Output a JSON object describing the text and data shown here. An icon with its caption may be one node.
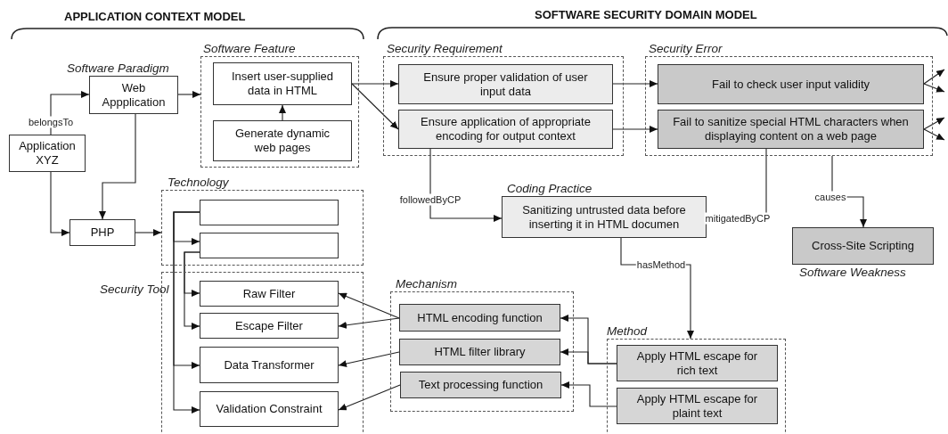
{
  "diagram": {
    "nodes": [
      {
        "text": [
          "Software Feature"
        ]
      },
      {
        "text": [
          "Insert user-supplied data in HTML"
        ],
        "in": 0
      },
      {
        "text": [
          "Generate dynamic web pages"
        ],
        "in": 0
      },
      {
        "text": [
          "Software Paradigm",
          "Web Appplication"
        ]
      },
      {
        "text": [
          "Application XYZ"
        ]
      },
      {
        "text": [
          "PHP"
        ]
      },
      {
        "text": [
          "Technology"
        ]
      },
      {
        "text": [],
        "shape": "box",
        "in": 6
      },
      {
        "text": [],
        "shape": "box",
        "in": 6
      },
      {
        "text": [
          "Security Tool"
        ]
      },
      {
        "text": [
          "Raw Filter"
        ],
        "in": 9
      },
      {
        "text": [
          "Escape Filter"
        ],
        "in": 9
      },
      {
        "text": [
          "Data Transformer"
        ],
        "in": 9
      },
      {
        "text": [
          "Validation Constraint"
        ],
        "in": 9
      },
      {
        "text": [
          "Security Requirement"
        ]
      },
      {
        "text": [
          "Ensure proper validation of user input data"
        ],
        "in": 14
      },
      {
        "text": [
          "Ensure application of appropriate encoding for output context"
        ],
        "in": 14
      },
      {
        "text": [
          "Security Error"
        ]
      },
      {
        "text": [
          "Fail to check user input validity"
        ],
        "in": 17
      },
      {
        "text": [
          "Fail to sanitize special HTML characters when displaying content on a web page"
        ],
        "in": 17
      },
      {
        "text": [
          "Coding Practice",
          "Sanitizing untrusted data before inserting it in HTML documen"
        ]
      },
      {
        "text": [
          "Cross-Site Scripting",
          "Software Weakness"
        ]
      },
      {
        "text": [
          "Mechanism"
        ]
      },
      {
        "text": [
          "HTML encoding function"
        ],
        "in": 22
      },
      {
        "text": [
          "HTML filter library"
        ],
        "in": 22
      },
      {
        "text": [
          "Text processing function"
        ],
        "in": 22
      },
      {
        "text": [
          "Method"
        ]
      },
      {
        "text": [
          "Apply HTML escape for rich text"
        ],
        "in": 26
      },
      {
        "text": [
          "Apply HTML escape for plaint text"
        ],
        "in": 26
      }
    ],
    "edges": [
      {
        "from": 4,
        "to": 3,
        "arrow": "to",
        "label": "belongsTo"
      },
      {
        "from": 4,
        "to": 5,
        "arrow": "to"
      },
      {
        "from": 3,
        "to": 5,
        "arrow": "to"
      },
      {
        "from": 3,
        "to": 0,
        "arrow": "to"
      },
      {
        "from": 2,
        "to": 1,
        "arrow": "to"
      },
      {
        "from": 1,
        "to": 15,
        "arrow": "to"
      },
      {
        "from": 1,
        "to": 16,
        "arrow": "to"
      },
      {
        "from": 5,
        "to": 6,
        "arrow": "to"
      },
      {
        "from": 7,
        "to": 8,
        "arrow": "to"
      },
      {
        "from": 7,
        "to": 12,
        "arrow": "to"
      },
      {
        "from": 7,
        "to": 13,
        "arrow": "to"
      },
      {
        "from": 8,
        "to": 10,
        "arrow": "to"
      },
      {
        "from": 8,
        "to": 11,
        "arrow": "to"
      },
      {
        "from": 15,
        "to": 18,
        "arrow": "to"
      },
      {
        "from": 16,
        "to": 19,
        "arrow": "to"
      },
      {
        "from": 18,
        "to": null,
        "arrow": "to"
      },
      {
        "from": 18,
        "to": null,
        "arrow": "to"
      },
      {
        "from": 19,
        "to": null,
        "arrow": "to"
      },
      {
        "from": 19,
        "to": null,
        "arrow": "to"
      },
      {
        "from": 16,
        "to": 20,
        "arrow": "to",
        "label": "followedByCP"
      },
      {
        "from": 19,
        "to": 20,
        "arrow": "to",
        "label": "mitigatedByCP"
      },
      {
        "from": 17,
        "to": 21,
        "arrow": "to",
        "label": "causes"
      },
      {
        "from": 20,
        "to": 26,
        "arrow": "to",
        "label": "hasMethod"
      },
      {
        "from": 23,
        "to": 10,
        "arrow": "to"
      },
      {
        "from": 23,
        "to": 11,
        "arrow": "to"
      },
      {
        "from": 24,
        "to": 12,
        "arrow": "to"
      },
      {
        "from": 25,
        "to": 13,
        "arrow": "to"
      },
      {
        "from": 27,
        "to": 23,
        "arrow": "to"
      },
      {
        "from": 27,
        "to": 24,
        "arrow": "to"
      },
      {
        "from": 28,
        "to": 25,
        "arrow": "to"
      }
    ],
    "labels": [
      "APPLICATION CONTEXT MODEL",
      "SOFTWARE SECURITY DOMAIN MODEL"
    ]
  }
}
